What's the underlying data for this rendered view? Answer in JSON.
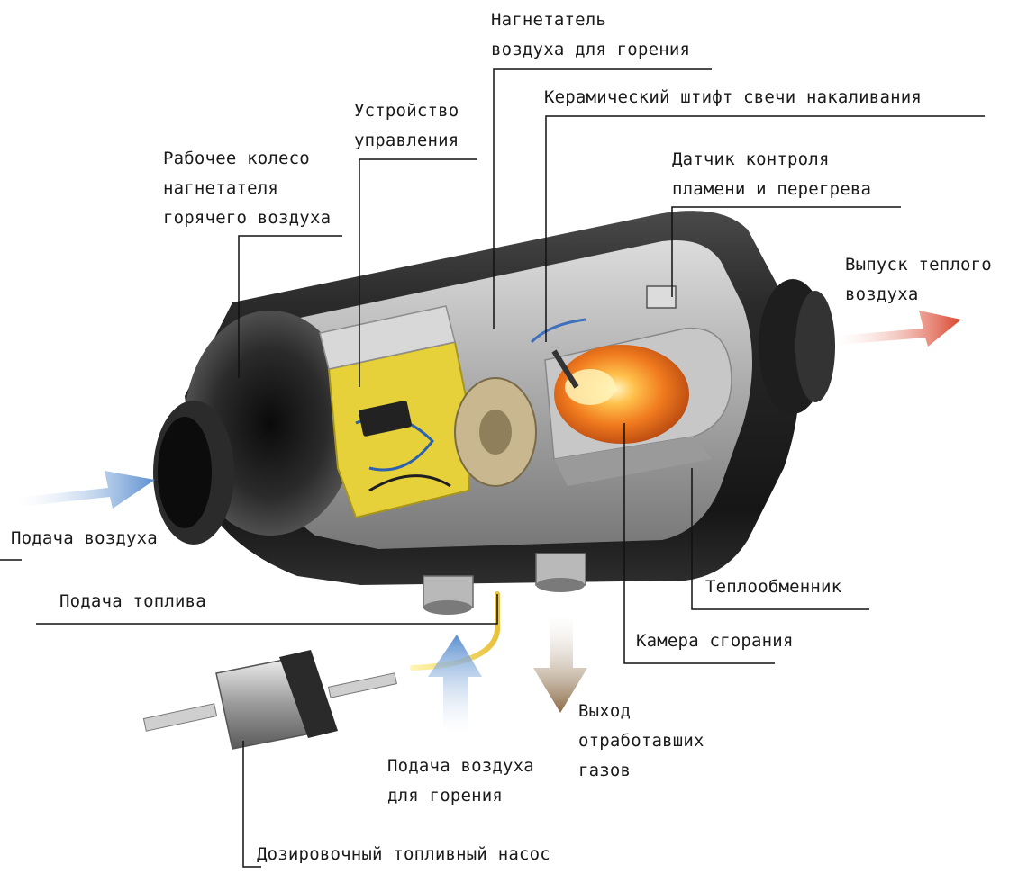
{
  "labels": {
    "combustion_air_blower": [
      "Нагнетатель",
      "воздуха для горения"
    ],
    "glow_pin": [
      "Керамический штифт свечи накаливания"
    ],
    "control_unit": [
      "Устройство",
      "управления"
    ],
    "hot_air_impeller": [
      "Рабочее колесо",
      "нагнетателя",
      "горячего воздуха"
    ],
    "flame_sensor": [
      "Датчик контроля",
      "пламени и перегрева"
    ],
    "warm_air_outlet": [
      "Выпуск теплого",
      "воздуха"
    ],
    "air_intake": [
      "Подача воздуха"
    ],
    "fuel_supply": [
      "Подача топлива"
    ],
    "heat_exchanger": [
      "Теплообменник"
    ],
    "combustion_chamber": [
      "Камера сгорания"
    ],
    "exhaust": [
      "Выход",
      "отработавших",
      "газов"
    ],
    "combustion_air_supply": [
      "Подача воздуха",
      "для горения"
    ],
    "dosing_pump": [
      "Дозировочный топливный насос"
    ]
  },
  "colors": {
    "cold_air_arrow": "#5b8fcf",
    "warm_air_arrow": "#d9432b",
    "exhaust_arrow": "#8a6a45",
    "fuel_line": "#e8c23a",
    "control_unit_body": "#e6d13a",
    "combustion_glow": "#f07a1e",
    "housing": "#1c1c1c"
  }
}
